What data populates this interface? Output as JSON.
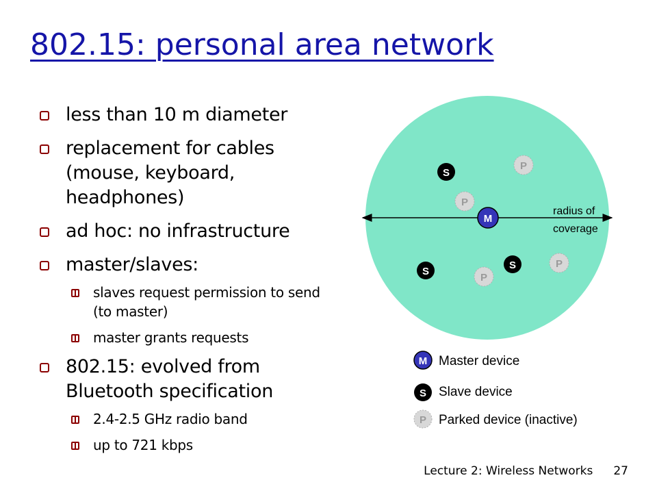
{
  "title": "802.15: personal area network",
  "bullets": [
    {
      "text": "less than 10 m diameter"
    },
    {
      "text": "replacement for cables (mouse, keyboard, headphones)"
    },
    {
      "text": "ad hoc: no infrastructure"
    },
    {
      "text": "master/slaves:",
      "sub": [
        "slaves request permission to send (to master)",
        "master grants requests"
      ]
    },
    {
      "text": "802.15: evolved from Bluetooth specification",
      "sub": [
        "2.4-2.5 GHz radio band",
        "up to 721 kbps"
      ]
    }
  ],
  "diagram": {
    "coverage_label_line1": "radius of",
    "coverage_label_line2": "coverage",
    "node_letters": {
      "master": "M",
      "slave": "S",
      "parked": "P"
    },
    "colors": {
      "coverage": "#80e6c8",
      "master": "#3535b8",
      "slave": "#000000",
      "parked": "#d8d8d8"
    }
  },
  "legend": [
    {
      "letter": "M",
      "label": "Master device"
    },
    {
      "letter": "S",
      "label": "Slave device"
    },
    {
      "letter": "P",
      "label": "Parked device (inactive)"
    }
  ],
  "footer": {
    "course": "Lecture 2: Wireless Networks",
    "page": "27"
  }
}
